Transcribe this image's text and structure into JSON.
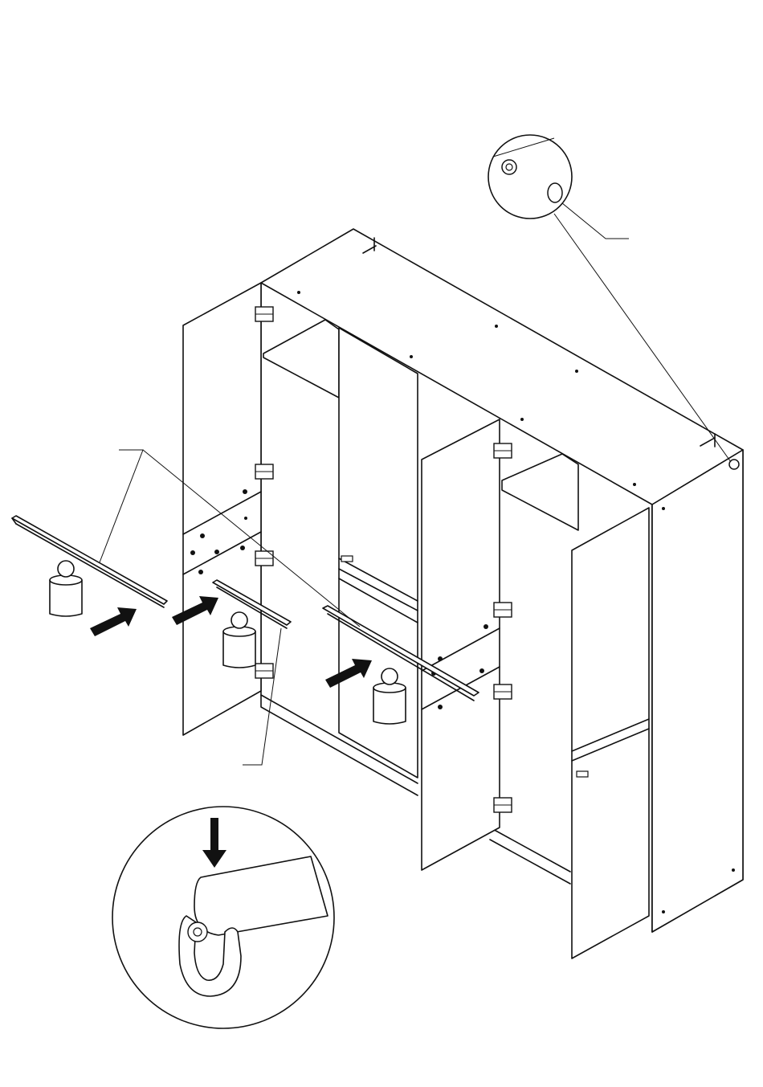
{
  "illustration": {
    "type": "assembly-instruction",
    "ink_color": "#111111",
    "paper_color": "#ffffff",
    "step_parts": [
      {
        "name": "clothes-rail",
        "count": 3
      },
      {
        "name": "weight-symbol",
        "count": 3
      },
      {
        "name": "push-arrow",
        "count": 3
      },
      {
        "name": "detail-magnifier",
        "count": 2
      }
    ],
    "text_labels": []
  }
}
